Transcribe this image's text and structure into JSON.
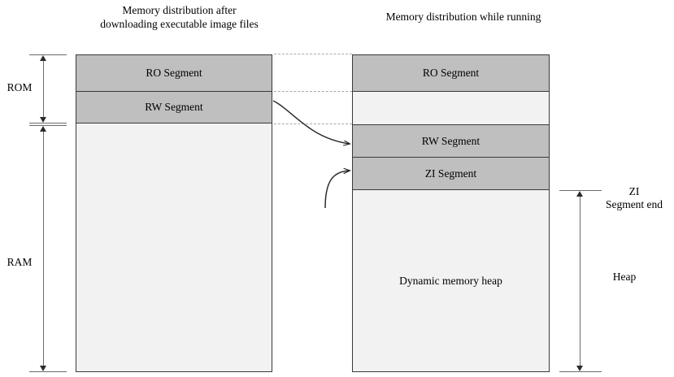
{
  "diagram": {
    "type": "memory-layout",
    "titles": {
      "left": "Memory distribution after downloading executable image files",
      "right": "Memory distribution while running"
    },
    "colors": {
      "segment_fill": "#BFBFBF",
      "free_fill": "#F2F2F2",
      "segment_border": "#3A3A3A",
      "guide_line": "#A8A8A8",
      "bracket": "#6B6B6B"
    },
    "left_column": {
      "name": "load-view",
      "segments": [
        {
          "label": "RO Segment",
          "fill": "gray"
        },
        {
          "label": "RW Segment",
          "fill": "gray"
        },
        {
          "label": "",
          "fill": "light"
        }
      ]
    },
    "right_column": {
      "name": "execution-view",
      "segments": [
        {
          "label": "RO Segment",
          "fill": "gray"
        },
        {
          "label": "",
          "fill": "light"
        },
        {
          "label": "RW Segment",
          "fill": "gray"
        },
        {
          "label": "ZI Segment",
          "fill": "gray"
        },
        {
          "label": "Dynamic memory heap",
          "fill": "light"
        }
      ]
    },
    "left_brackets": [
      {
        "label": "ROM",
        "name": "rom"
      },
      {
        "label": "RAM",
        "name": "ram"
      }
    ],
    "right_brackets": [
      {
        "label": "ZI\nSegment end",
        "name": "zi-segment-end"
      },
      {
        "label": "Heap",
        "name": "heap"
      }
    ],
    "connectors": [
      {
        "from": "left RW Segment",
        "to": "right RW Segment"
      },
      {
        "from": "left free area",
        "to": "right ZI Segment"
      }
    ]
  }
}
